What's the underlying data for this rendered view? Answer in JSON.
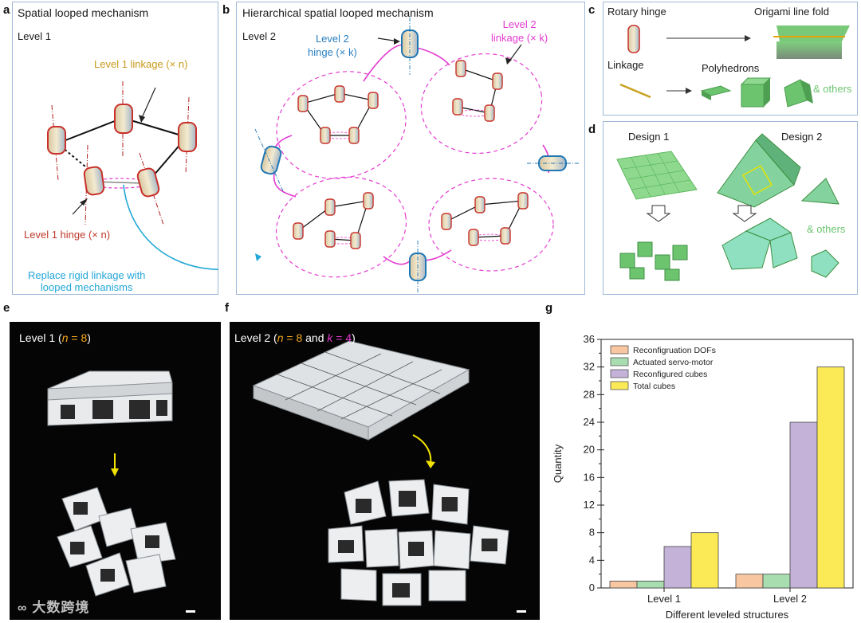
{
  "panels": {
    "a": {
      "letter": "a",
      "title": "Spatial looped mechanism",
      "level": "Level 1",
      "linkage_label": "Level 1 linkage (× n)",
      "hinge_label": "Level 1 hinge (× n)",
      "replace_note_line1": "Replace rigid linkage with",
      "replace_note_line2": "looped mechanisms"
    },
    "b": {
      "letter": "b",
      "title": "Hierarchical spatial looped mechanism",
      "level": "Level 2",
      "hinge_label_line1": "Level 2",
      "hinge_label_line2": "hinge (× k)",
      "linkage_label_line1": "Level 2",
      "linkage_label_line2": "linkage (× k)"
    },
    "c": {
      "letter": "c",
      "rotary_hinge": "Rotary hinge",
      "origami_fold": "Origami line fold",
      "linkage": "Linkage",
      "polyhedrons": "Polyhedrons",
      "others": "& others"
    },
    "d": {
      "letter": "d",
      "design1": "Design 1",
      "design2": "Design 2",
      "others": "& others"
    },
    "e": {
      "letter": "e",
      "caption_prefix": "Level 1 (",
      "n_var": "n",
      "n_eq": " = 8",
      "caption_suffix": ")"
    },
    "f": {
      "letter": "f",
      "caption_prefix": "Level 2 (",
      "n_var": "n",
      "n_eq": " = 8",
      "and": " and ",
      "k_var": "k",
      "k_eq": " = 4",
      "caption_suffix": ")"
    },
    "g": {
      "letter": "g"
    }
  },
  "watermark": "大数跨境",
  "colors": {
    "hinge_red": "#c8302a",
    "hinge_blue": "#1f77b4",
    "linkage_gold": "#c8a020",
    "loop_magenta": "#e43bd0",
    "note_cyan": "#22a7d6",
    "origami_green": "#6cc46f"
  },
  "chart_data": {
    "type": "bar",
    "categories": [
      "Level 1",
      "Level 2"
    ],
    "series": [
      {
        "name": "Reconfigruation DOFs",
        "values": [
          1,
          2
        ],
        "color": "#f8c6a0"
      },
      {
        "name": "Actuated servo-motor",
        "values": [
          1,
          2
        ],
        "color": "#a8ddb0"
      },
      {
        "name": "Reconfigured cubes",
        "values": [
          6,
          24
        ],
        "color": "#c4b2d8"
      },
      {
        "name": "Total cubes",
        "values": [
          8,
          32
        ],
        "color": "#fbea56"
      }
    ],
    "xlabel": "Different leveled structures",
    "ylabel": "Quantity",
    "ylim": [
      0,
      36
    ],
    "yticks": [
      0,
      4,
      8,
      12,
      16,
      20,
      24,
      28,
      32,
      36
    ],
    "legend": "top-left",
    "grid": false
  }
}
